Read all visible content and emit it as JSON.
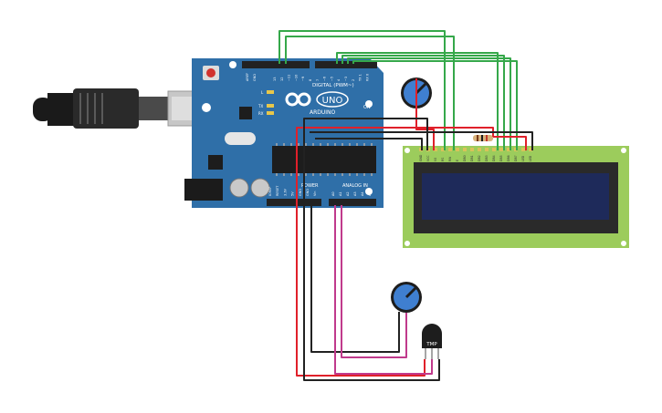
{
  "arduino": {
    "brand": "ARDUINO",
    "model": "UNO",
    "digital_label": "DIGITAL (PWM~)",
    "analog_label": "ANALOG IN",
    "power_label": "POWER",
    "on_label": "ON",
    "l_label": "L",
    "tx_label": "TX",
    "rx_label": "RX",
    "aref_label": "AREF",
    "gnd_label": "GND",
    "digital_pins": [
      "13",
      "12",
      "~11",
      "~10",
      "~9",
      "8",
      "7",
      "~6",
      "~5",
      "4",
      "~3",
      "2",
      "TX 1",
      "RX 0"
    ],
    "power_pins": [
      "IOREF",
      "RESET",
      "3.3V",
      "5V",
      "GND",
      "GND",
      "Vin"
    ],
    "analog_pins": [
      "A0",
      "A1",
      "A2",
      "A3",
      "A4",
      "A5"
    ]
  },
  "lcd": {
    "pins": [
      "GND",
      "VCC",
      "V0",
      "RS",
      "RW",
      "E",
      "DB0",
      "DB1",
      "DB2",
      "DB3",
      "DB4",
      "DB5",
      "DB6",
      "DB7",
      "LED",
      "LED"
    ]
  },
  "sensor": {
    "label": "TMP"
  },
  "colors": {
    "board": "#2f6fa8",
    "wire_green": "#35a84a",
    "wire_red": "#e0202a",
    "wire_black": "#222222",
    "wire_magenta": "#c03a8c",
    "lcd_green": "#9ccc5c",
    "lcd_screen": "#1e2a5a",
    "pot_blue": "#3f7fd0"
  }
}
